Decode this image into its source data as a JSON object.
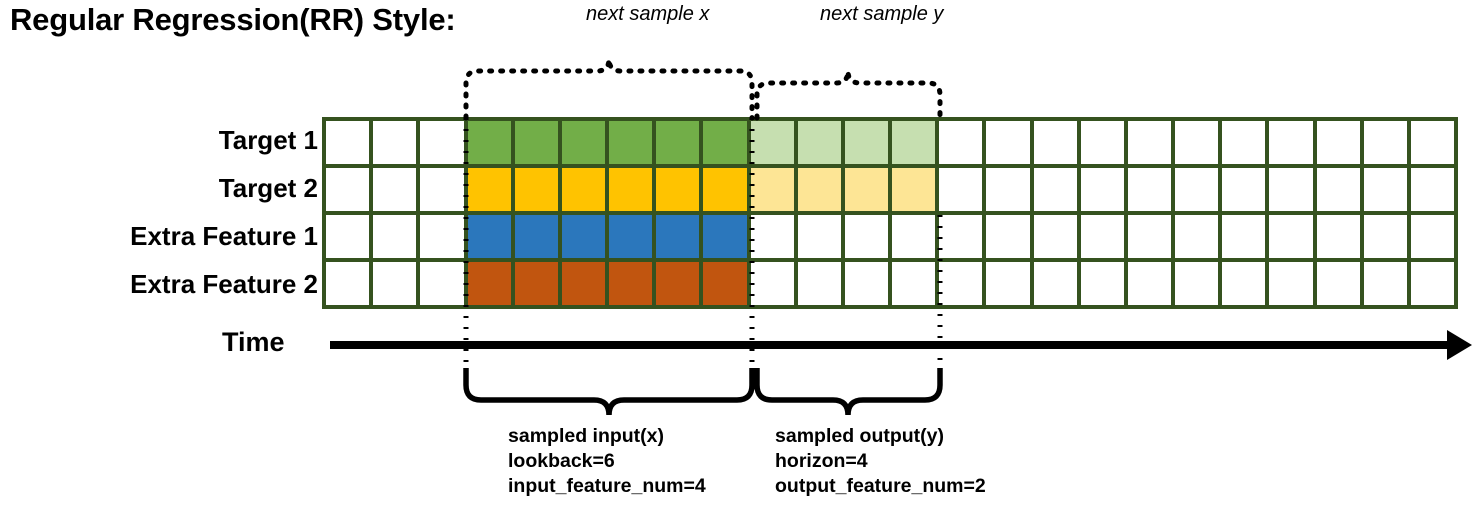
{
  "title": "Regular Regression(RR) Style:",
  "annotations": {
    "next_sample_x": "next sample x",
    "next_sample_y": "next sample y"
  },
  "rows": [
    {
      "label": "Target 1",
      "name": "target-1"
    },
    {
      "label": "Target 2",
      "name": "target-2"
    },
    {
      "label": "Extra Feature 1",
      "name": "extra-feature-1"
    },
    {
      "label": "Extra Feature 2",
      "name": "extra-feature-2"
    }
  ],
  "axis": {
    "label": "Time"
  },
  "captions": {
    "input": {
      "line1": "sampled input(x)",
      "line2": "lookback=6",
      "line3": "input_feature_num=4"
    },
    "output": {
      "line1": "sampled output(y)",
      "line2": "horizon=4",
      "line3": "output_feature_num=2"
    }
  },
  "grid": {
    "total_columns": 24,
    "input_start_column": 4,
    "lookback": 6,
    "horizon": 4,
    "fill": [
      [
        "white",
        "white",
        "white",
        "green",
        "green",
        "green",
        "green",
        "green",
        "green",
        "green-faded",
        "green-faded",
        "green-faded",
        "green-faded",
        "white",
        "white",
        "white",
        "white",
        "white",
        "white",
        "white",
        "white",
        "white",
        "white",
        "white"
      ],
      [
        "white",
        "white",
        "white",
        "amber",
        "amber",
        "amber",
        "amber",
        "amber",
        "amber",
        "amber-faded",
        "amber-faded",
        "amber-faded",
        "amber-faded",
        "white",
        "white",
        "white",
        "white",
        "white",
        "white",
        "white",
        "white",
        "white",
        "white",
        "white"
      ],
      [
        "white",
        "white",
        "white",
        "blue",
        "blue",
        "blue",
        "blue",
        "blue",
        "blue",
        "white",
        "white",
        "white",
        "white",
        "white",
        "white",
        "white",
        "white",
        "white",
        "white",
        "white",
        "white",
        "white",
        "white",
        "white"
      ],
      [
        "white",
        "white",
        "white",
        "orange",
        "orange",
        "orange",
        "orange",
        "orange",
        "orange",
        "white",
        "white",
        "white",
        "white",
        "white",
        "white",
        "white",
        "white",
        "white",
        "white",
        "white",
        "white",
        "white",
        "white",
        "white"
      ]
    ]
  },
  "colors": {
    "border": "#35521F",
    "green": "#72AE48",
    "green-faded": "#C6DFB0",
    "amber": "#FFC300",
    "amber-faded": "#FDE595",
    "blue": "#2B77BC",
    "orange": "#C1550F",
    "white": "#FFFFFF",
    "ink": "#000000"
  }
}
